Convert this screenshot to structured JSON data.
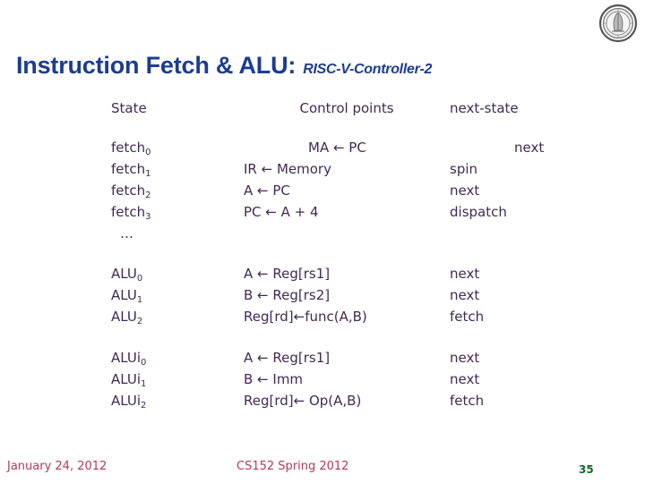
{
  "slide": {
    "title_main": "Instruction Fetch & ALU:",
    "title_sub": "RISC-V-Controller-2",
    "logo_name": "uc-berkeley-seal",
    "title_color": "#1b3c90",
    "table_text_color": "#412a52",
    "footer_color": "#b03a5b",
    "page_number_color": "#136b2e"
  },
  "table": {
    "headers": {
      "state": "State",
      "control_points": "Control points",
      "next_state": "next-state"
    },
    "blocks": [
      {
        "rows": [
          {
            "state": "fetch",
            "sub": "0",
            "control": "MA ← PC",
            "next": "next",
            "indent": true
          },
          {
            "state": "fetch",
            "sub": "1",
            "control": "IR  ← Memory",
            "next": "spin",
            "indent": false
          },
          {
            "state": "fetch",
            "sub": "2",
            "control": "A   ← PC",
            "next": "next",
            "indent": false
          },
          {
            "state": "fetch",
            "sub": "3",
            "control": "PC ← A + 4",
            "next": "dispatch",
            "indent": false
          }
        ],
        "ellipsis": "…"
      },
      {
        "rows": [
          {
            "state": "ALU",
            "sub": "0",
            "control": "A   ← Reg[rs1]",
            "next": "next",
            "indent": false
          },
          {
            "state": "ALU",
            "sub": "1",
            "control": "B   ← Reg[rs2]",
            "next": "next",
            "indent": false
          },
          {
            "state": "ALU",
            "sub": "2",
            "control": "Reg[rd]←func(A,B)",
            "next": "fetch",
            "indent": false
          }
        ],
        "ellipsis": ""
      },
      {
        "rows": [
          {
            "state": "ALUi",
            "sub": "0",
            "control": "A ← Reg[rs1]",
            "next": "next",
            "indent": false
          },
          {
            "state": "ALUi",
            "sub": "1",
            "control": "B ← Imm",
            "next": "next",
            "indent": false
          },
          {
            "state": "ALUi",
            "sub": "2",
            "control": "Reg[rd]← Op(A,B)",
            "next": "fetch",
            "indent": false
          }
        ],
        "ellipsis": ""
      }
    ]
  },
  "footer": {
    "date": "January 24, 2012",
    "course": "CS152 Spring 2012",
    "page_number": "35"
  }
}
